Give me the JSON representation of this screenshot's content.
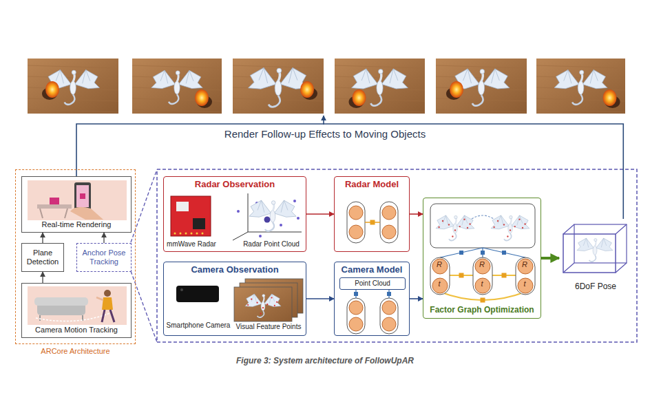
{
  "diagram": {
    "caption": "Figure 3: System architecture of FollowUpAR",
    "nodes": [
      {
        "text": [
          "ARCore Architecture"
        ]
      },
      {
        "text": [
          "Real-time Rendering"
        ],
        "in": 0
      },
      {
        "text": [
          "Plane Detection"
        ],
        "in": 0
      },
      {
        "text": [
          "Anchor Pose Tracking"
        ],
        "in": 0
      },
      {
        "text": [
          "Camera Motion Tracking"
        ],
        "in": 0
      },
      {
        "text": [
          "Radar Observation",
          "mmWave Radar",
          "Radar Point Cloud"
        ]
      },
      {
        "text": [
          "Radar Model"
        ]
      },
      {
        "text": [
          "Camera Observation",
          "Smartphone Camera",
          "Visual Feature Points"
        ]
      },
      {
        "text": [
          "Camera Model"
        ]
      },
      {
        "text": [
          "Point Cloud"
        ],
        "in": 8
      },
      {
        "text": [
          "Factor Graph Optimization"
        ]
      },
      {
        "text": [
          "6DoF Pose"
        ]
      }
    ],
    "edges": [
      {
        "from": 4,
        "to": 2,
        "arrow": "to"
      },
      {
        "from": 2,
        "to": 1,
        "arrow": "to"
      },
      {
        "from": 3,
        "to": 1,
        "arrow": "to"
      },
      {
        "from": 5,
        "to": 6,
        "arrow": "to"
      },
      {
        "from": 7,
        "to": 8,
        "arrow": "to"
      },
      {
        "from": 6,
        "to": 10,
        "arrow": "to"
      },
      {
        "from": 8,
        "to": 10,
        "arrow": "to"
      },
      {
        "from": 10,
        "to": 11,
        "arrow": "to"
      },
      {
        "from": 11,
        "to": 1,
        "arrow": "none"
      }
    ],
    "labels": [
      "Render Follow-up Effects to Moving Objects",
      "R",
      "t",
      "R",
      "t",
      "R",
      "t"
    ]
  }
}
